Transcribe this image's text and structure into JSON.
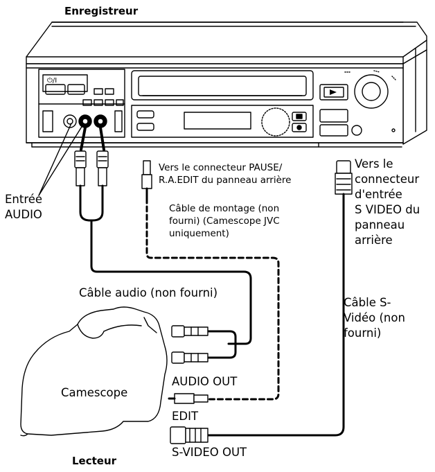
{
  "title_recorder": "Enregistreur",
  "title_player": "Lecteur",
  "labels": {
    "pause_connector_l1": "Vers le connecteur PAUSE/",
    "pause_connector_l2": "R.A.EDIT du panneau arrière",
    "edit_cable_l1": "Câble de montage (non",
    "edit_cable_l2": "fourni) (Camescope JVC",
    "edit_cable_l3": "uniquement)",
    "svideo_in_l1": "Vers le",
    "svideo_in_l2": "connecteur",
    "svideo_in_l3": "d'entrée",
    "svideo_in_l4": "S VIDEO du",
    "svideo_in_l5": "panneau",
    "svideo_in_l6": "arrière",
    "audio_in_l1": "Entrée",
    "audio_in_l2": "AUDIO",
    "audio_cable": "Câble audio (non fourni)",
    "svideo_cable_l1": "Câble S-",
    "svideo_cable_l2": "Vidéo (non",
    "svideo_cable_l3": "fourni)",
    "camcorder": "Camescope",
    "audio_out": "AUDIO OUT",
    "edit": "EDIT",
    "svideo_out": "S-VIDEO OUT"
  },
  "vcr_buttons": {
    "power": "⏻/I"
  },
  "colors": {
    "line": "#000000",
    "panel": "#ffffff"
  }
}
